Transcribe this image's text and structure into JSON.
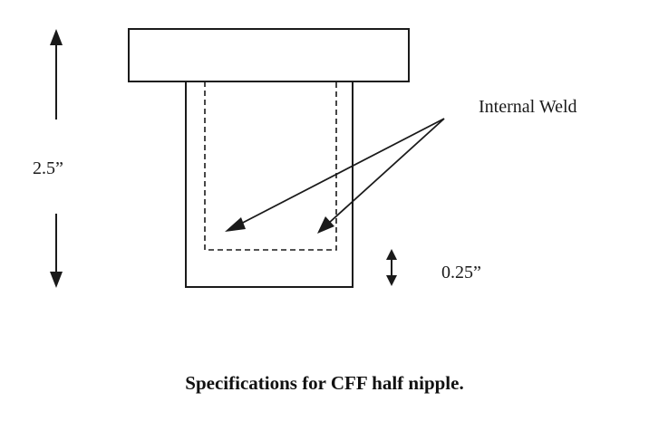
{
  "diagram": {
    "dimension_total": "2.5”",
    "dimension_weld": "0.25”",
    "callout": "Internal Weld",
    "caption": "Specifications for CFF half nipple."
  },
  "colors": {
    "stroke": "#1a1a1a",
    "background": "#ffffff"
  }
}
